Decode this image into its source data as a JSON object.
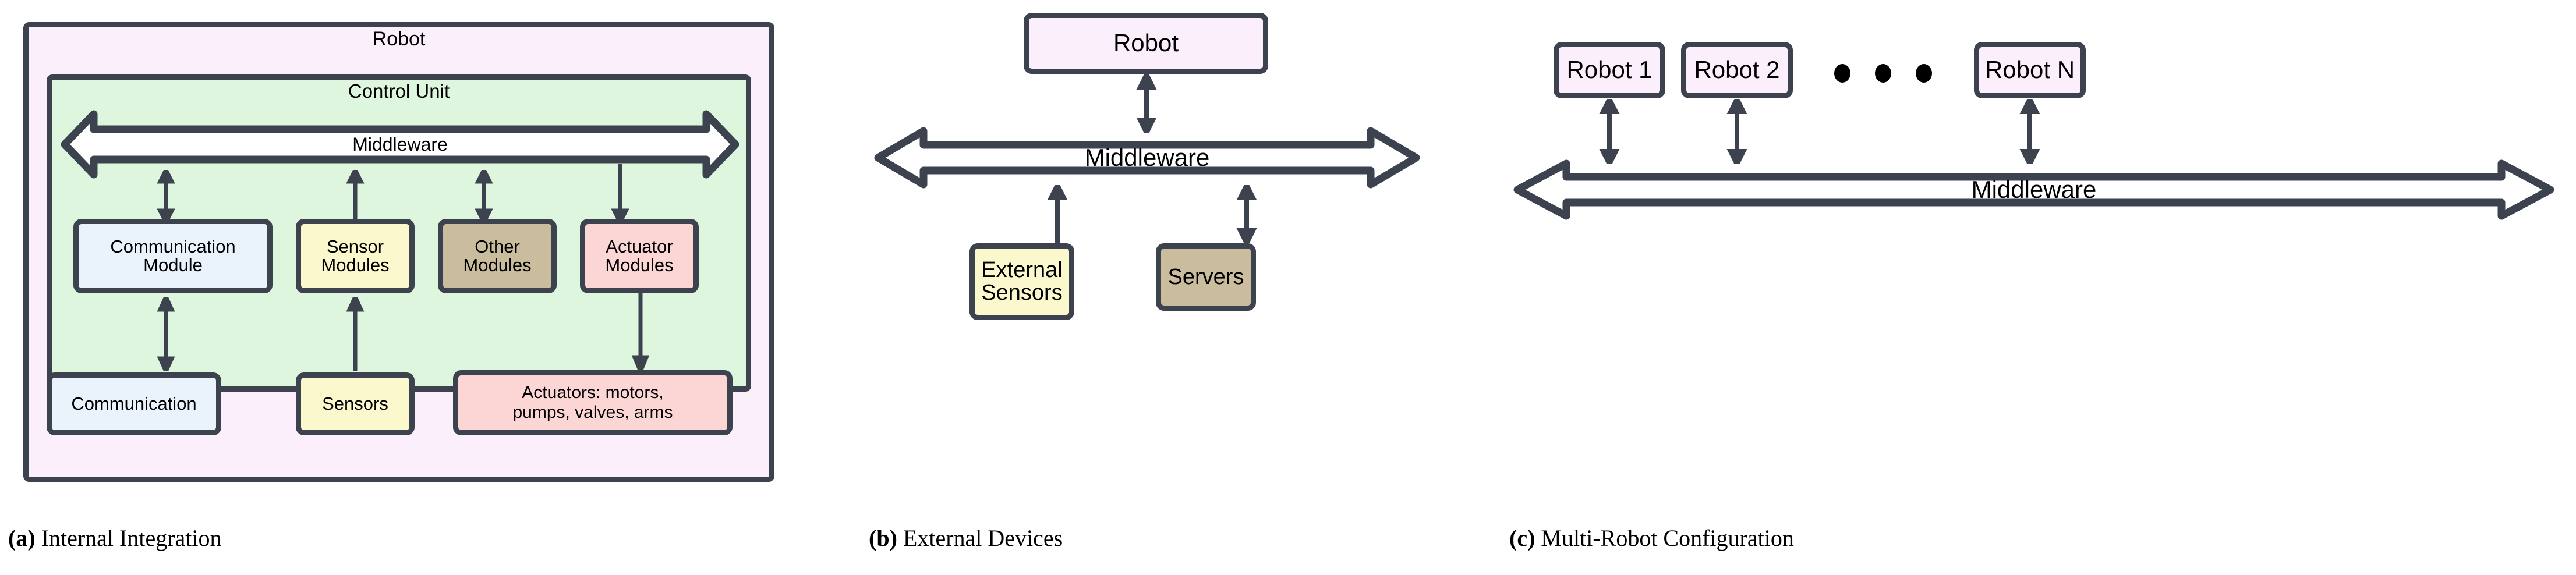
{
  "figure": {
    "kind": "three-panel-middleware-architecture-diagram",
    "background": "#ffffff"
  },
  "colors": {
    "stroke": "#3c434f",
    "robot_pink": "#fbeffb",
    "control_unit_green": "#ddf6dd",
    "communication_blue": "#eaf2fc",
    "sensor_yellow": "#fcf8cd",
    "other_tan": "#c9bd9d",
    "actuator_pink": "#fcd5d5",
    "arrow_fill": "#ffffff",
    "text": "#000000"
  },
  "panel_a": {
    "caption_label": "(a)",
    "caption_text": "Internal Integration",
    "outer_box_label": "Robot",
    "control_unit_label": "Control Unit",
    "middleware_label": "Middleware",
    "modules": [
      {
        "label": "Communication\nModule",
        "color": "#eaf2fc",
        "name": "communication-module"
      },
      {
        "label": "Sensor\nModules",
        "color": "#fcf8cd",
        "name": "sensor-modules"
      },
      {
        "label": "Other\nModules",
        "color": "#c9bd9d",
        "name": "other-modules"
      },
      {
        "label": "Actuator\nModules",
        "color": "#fcd5d5",
        "name": "actuator-modules"
      }
    ],
    "devices": [
      {
        "label": "Communication",
        "color": "#eaf2fc",
        "name": "communication-device"
      },
      {
        "label": "Sensors",
        "color": "#fcf8cd",
        "name": "sensors-device"
      },
      {
        "label": "Actuators: motors,\npumps, valves, arms",
        "color": "#fcd5d5",
        "name": "actuators-device"
      }
    ]
  },
  "panel_b": {
    "caption_label": "(b)",
    "caption_text": "External Devices",
    "robot_label": "Robot",
    "middleware_label": "Middleware",
    "devices": [
      {
        "label": "External\nSensors",
        "color": "#fcf8cd",
        "name": "external-sensors"
      },
      {
        "label": "Servers",
        "color": "#c9bd9d",
        "name": "servers"
      }
    ]
  },
  "panel_c": {
    "caption_label": "(c)",
    "caption_text": "Multi-Robot Configuration",
    "middleware_label": "Middleware",
    "robots": [
      {
        "label": "Robot 1",
        "name": "robot-1"
      },
      {
        "label": "Robot 2",
        "name": "robot-2"
      },
      {
        "label": "Robot N",
        "name": "robot-n"
      }
    ],
    "ellipsis_dots": 3
  }
}
